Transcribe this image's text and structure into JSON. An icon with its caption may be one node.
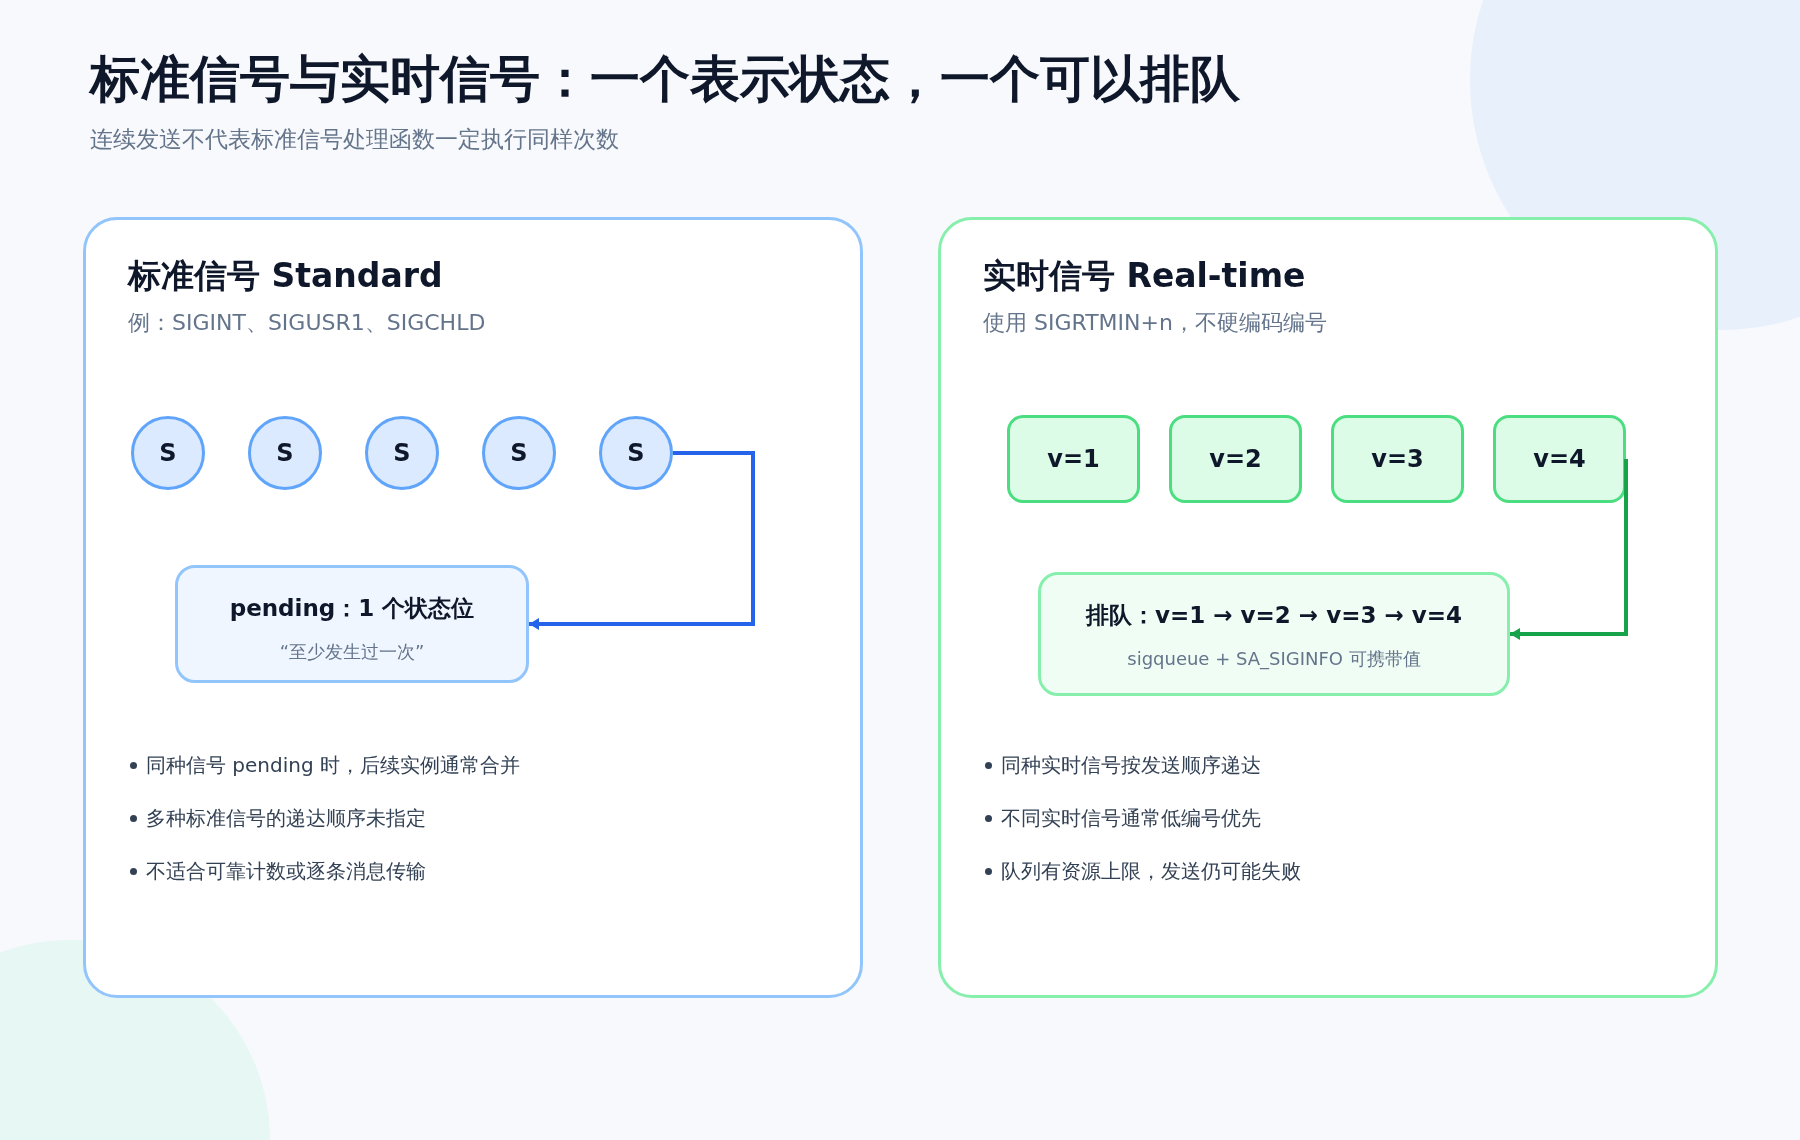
{
  "diagram": {
    "title": "标准信号与实时信号：一个表示状态，一个可以排队",
    "caption": "连续发送不代表标准信号处理函数一定执行同样次数",
    "nodes": [
      {
        "text": [
          "标准信号 Standard",
          "例：SIGINT、SIGUSR1、SIGCHLD",
          "同种信号 pending 时，后续实例通常合并",
          "多种标准信号的递达顺序未指定",
          "不适合可靠计数或逐条消息传输"
        ]
      },
      {
        "text": [
          "S"
        ],
        "in": 0
      },
      {
        "text": [
          "S"
        ],
        "in": 0
      },
      {
        "text": [
          "S"
        ],
        "in": 0
      },
      {
        "text": [
          "S"
        ],
        "in": 0
      },
      {
        "text": [
          "S"
        ],
        "in": 0
      },
      {
        "text": [
          "pending：1 个状态位",
          "“至少发生过一次”"
        ],
        "in": 0
      },
      {
        "text": [
          "实时信号 Real-time",
          "使用 SIGRTMIN+n，不硬编码编号",
          "同种实时信号按发送顺序递达",
          "不同实时信号通常低编号优先",
          "队列有资源上限，发送仍可能失败"
        ]
      },
      {
        "text": [
          "v=1"
        ],
        "in": 7
      },
      {
        "text": [
          "v=2"
        ],
        "in": 7
      },
      {
        "text": [
          "v=3"
        ],
        "in": 7
      },
      {
        "text": [
          "v=4"
        ],
        "in": 7
      },
      {
        "text": [
          "排队：v=1 → v=2 → v=3 → v=4",
          "sigqueue + SA_SIGINFO 可携带值"
        ],
        "in": 7
      }
    ],
    "edges": [
      {
        "from": 5,
        "to": 6,
        "arrow": "to",
        "color": "#2563eb"
      },
      {
        "from": 11,
        "to": 12,
        "arrow": "to",
        "color": "#16a34a"
      }
    ]
  }
}
